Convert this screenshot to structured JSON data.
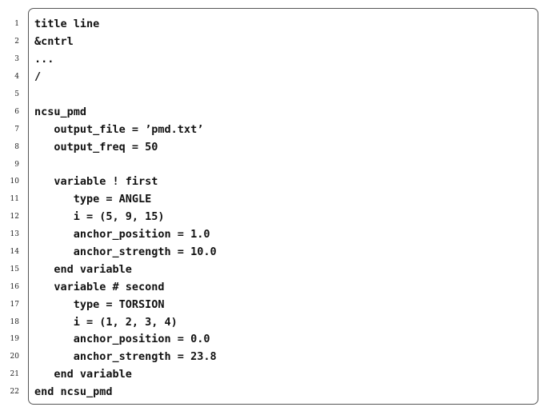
{
  "listing": {
    "lines": [
      {
        "n": "1",
        "text": "title line"
      },
      {
        "n": "2",
        "text": "&cntrl"
      },
      {
        "n": "3",
        "text": "..."
      },
      {
        "n": "4",
        "text": "/"
      },
      {
        "n": "5",
        "text": ""
      },
      {
        "n": "6",
        "text": "ncsu_pmd"
      },
      {
        "n": "7",
        "text": "   output_file = ’pmd.txt’"
      },
      {
        "n": "8",
        "text": "   output_freq = 50"
      },
      {
        "n": "9",
        "text": ""
      },
      {
        "n": "10",
        "text": "   variable ! first"
      },
      {
        "n": "11",
        "text": "      type = ANGLE"
      },
      {
        "n": "12",
        "text": "      i = (5, 9, 15)"
      },
      {
        "n": "13",
        "text": "      anchor_position = 1.0"
      },
      {
        "n": "14",
        "text": "      anchor_strength = 10.0"
      },
      {
        "n": "15",
        "text": "   end variable"
      },
      {
        "n": "16",
        "text": "   variable # second"
      },
      {
        "n": "17",
        "text": "      type = TORSION"
      },
      {
        "n": "18",
        "text": "      i = (1, 2, 3, 4)"
      },
      {
        "n": "19",
        "text": "      anchor_position = 0.0"
      },
      {
        "n": "20",
        "text": "      anchor_strength = 23.8"
      },
      {
        "n": "21",
        "text": "   end variable"
      },
      {
        "n": "22",
        "text": "end ncsu_pmd"
      }
    ]
  }
}
